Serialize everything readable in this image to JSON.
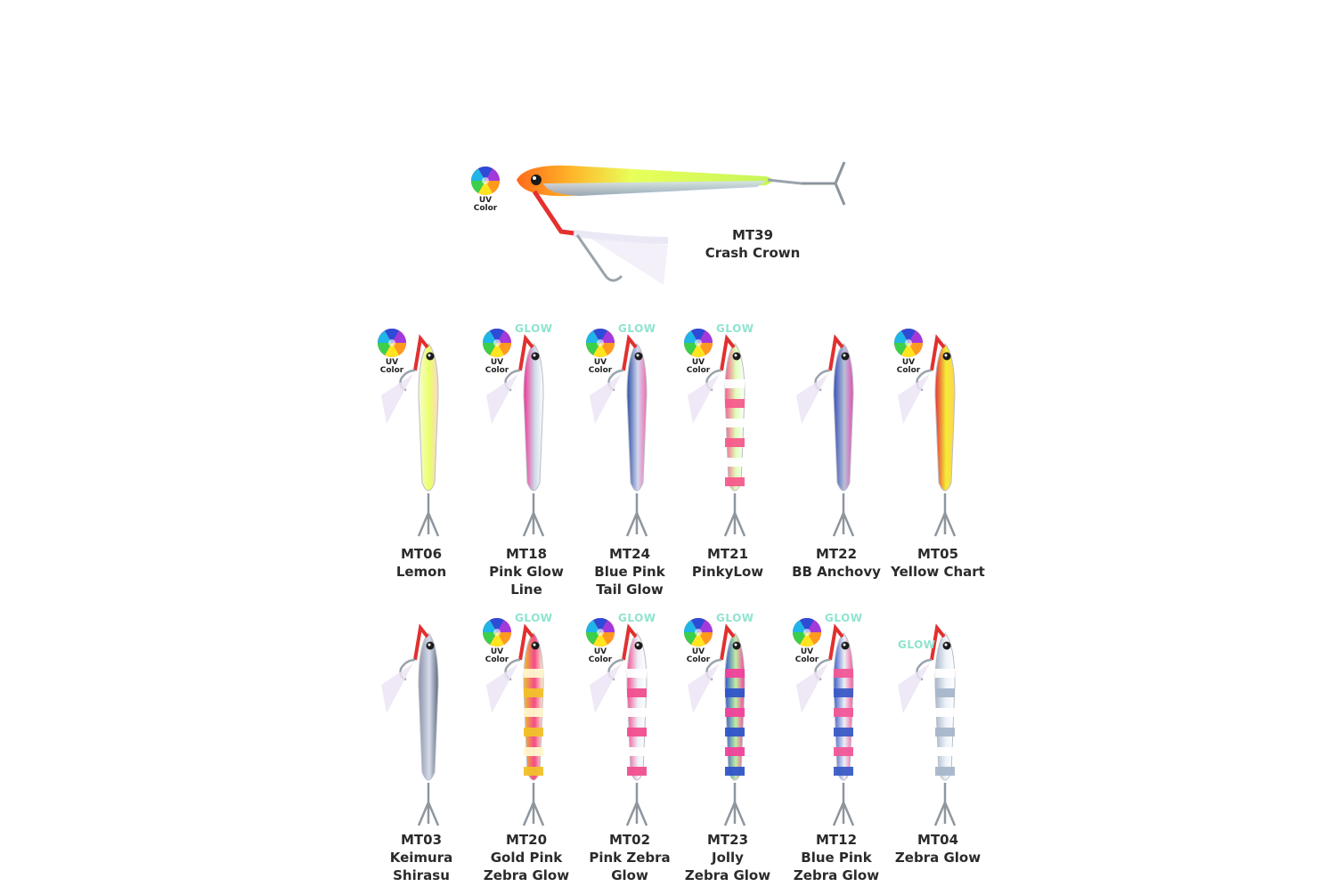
{
  "badges": {
    "uv_line1": "UV",
    "uv_line2": "Color",
    "glow": "GLOW"
  },
  "featured": {
    "code": "MT39",
    "name": "Crash Crown"
  },
  "row1": [
    {
      "code": "MT06",
      "name_lines": [
        "Lemon"
      ],
      "uv": true,
      "glow": false,
      "colors": [
        "#fbfbd2",
        "#e9ff6a",
        "#ffd7c8"
      ]
    },
    {
      "code": "MT18",
      "name_lines": [
        "Pink Glow",
        "Line"
      ],
      "uv": true,
      "glow": true,
      "colors": [
        "#f32f97",
        "#cdd8e6",
        "#ffffff"
      ]
    },
    {
      "code": "MT24",
      "name_lines": [
        "Blue Pink",
        "Tail Glow"
      ],
      "uv": true,
      "glow": true,
      "colors": [
        "#2c4ea5",
        "#d3d8ee",
        "#f36bb0"
      ]
    },
    {
      "code": "MT21",
      "name_lines": [
        "PinkyLow"
      ],
      "uv": true,
      "glow": true,
      "colors": [
        "#f55b8c",
        "#dfffb8",
        "#ffffff"
      ]
    },
    {
      "code": "MT22",
      "name_lines": [
        "BB Anchovy"
      ],
      "uv": false,
      "glow": false,
      "colors": [
        "#3650b8",
        "#b8c0d8",
        "#e14fb3"
      ]
    },
    {
      "code": "MT05",
      "name_lines": [
        "Yellow Chart"
      ],
      "uv": true,
      "glow": false,
      "colors": [
        "#e82f3a",
        "#f3ec37",
        "#ffd34a"
      ]
    }
  ],
  "row2": [
    {
      "code": "MT03",
      "name_lines": [
        "Keimura",
        "Shirasu"
      ],
      "uv": false,
      "glow": false,
      "colors": [
        "#8a93a8",
        "#d7dcea",
        "#5c6b7f"
      ]
    },
    {
      "code": "MT20",
      "name_lines": [
        "Gold Pink",
        "Zebra Glow"
      ],
      "uv": true,
      "glow": true,
      "colors": [
        "#f1c12a",
        "#f34a8a",
        "#fff7cf"
      ]
    },
    {
      "code": "MT02",
      "name_lines": [
        "Pink Zebra",
        "Glow"
      ],
      "uv": true,
      "glow": true,
      "colors": [
        "#f14e8f",
        "#eef0f7",
        "#ffffff"
      ]
    },
    {
      "code": "MT23",
      "name_lines": [
        "Jolly",
        "Zebra Glow"
      ],
      "uv": true,
      "glow": true,
      "colors": [
        "#2f55c9",
        "#bff0a3",
        "#f1429b"
      ]
    },
    {
      "code": "MT12",
      "name_lines": [
        "Blue Pink",
        "Zebra Glow"
      ],
      "uv": true,
      "glow": true,
      "colors": [
        "#3a5bc6",
        "#eef0f7",
        "#f15797"
      ]
    },
    {
      "code": "MT04",
      "name_lines": [
        "Zebra Glow"
      ],
      "uv": false,
      "glow": true,
      "colors": [
        "#a8b6ca",
        "#eef3f8",
        "#ffffff"
      ]
    }
  ]
}
